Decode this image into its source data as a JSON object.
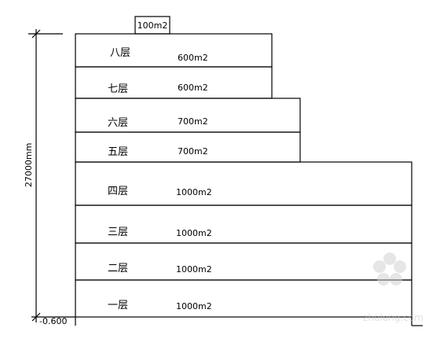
{
  "diagram": {
    "roof": {
      "area": "100m2"
    },
    "floors": [
      {
        "name": "八层",
        "area": "600m2"
      },
      {
        "name": "七层",
        "area": "600m2"
      },
      {
        "name": "六层",
        "area": "700m2"
      },
      {
        "name": "五层",
        "area": "700m2"
      },
      {
        "name": "四层",
        "area": "1000m2"
      },
      {
        "name": "三层",
        "area": "1000m2"
      },
      {
        "name": "二层",
        "area": "1000m2"
      },
      {
        "name": "一层",
        "area": "1000m2"
      }
    ],
    "total_height": "27000mm",
    "base_elevation": "-0.600",
    "watermark": "zhulong.com"
  }
}
